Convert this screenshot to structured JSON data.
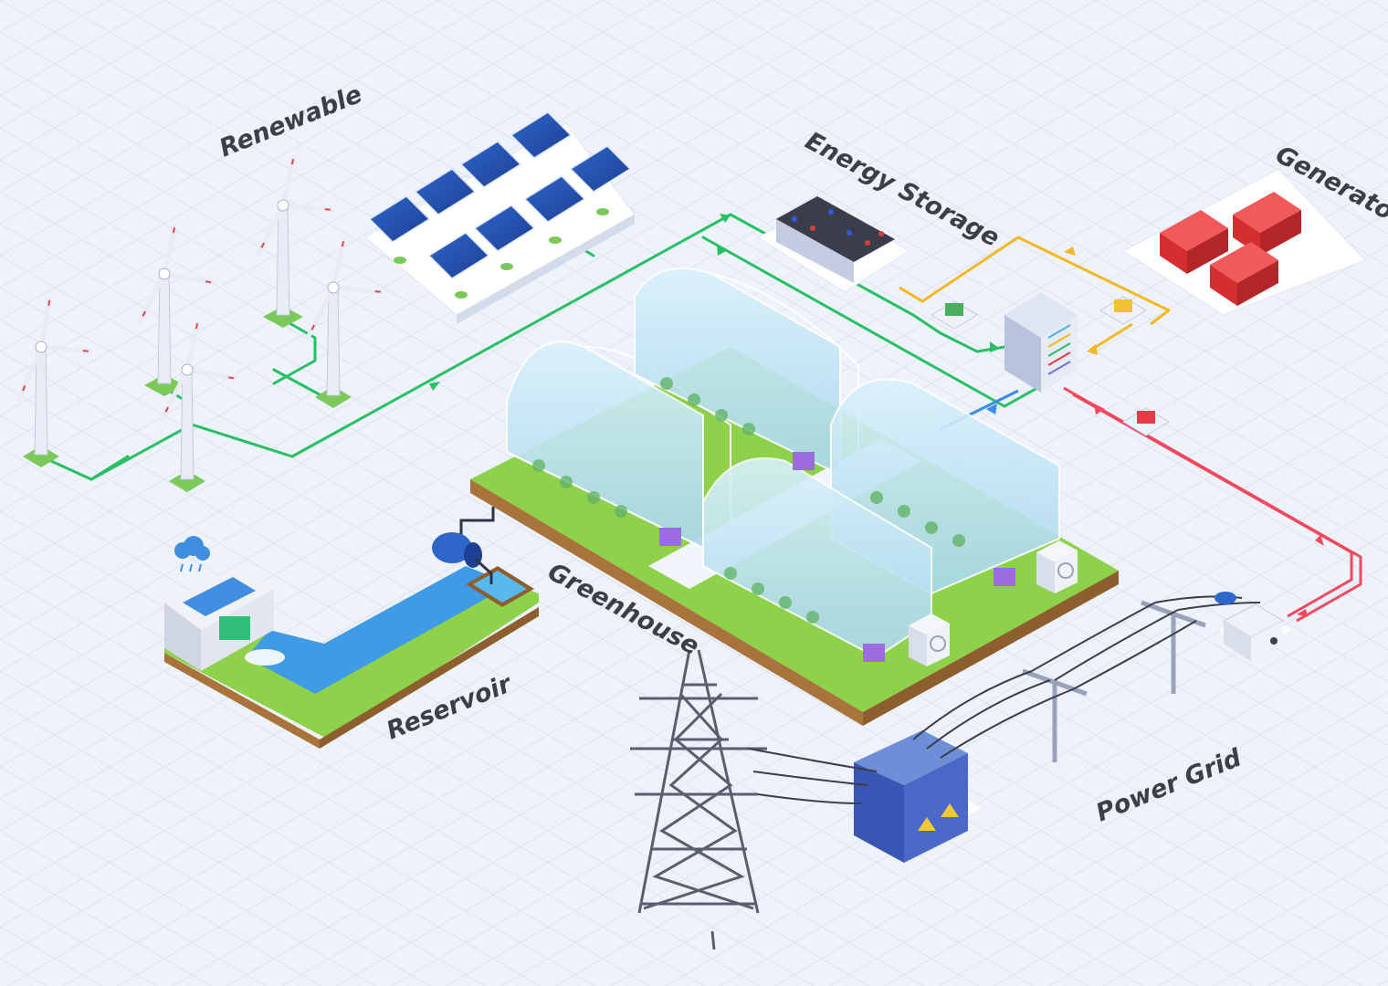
{
  "labels": {
    "renewable": "Renewable",
    "energy_storage": "Energy Storage",
    "generator": "Generator",
    "greenhouse": "Greenhouse",
    "reservoir": "Reservoir",
    "power_grid": "Power Grid"
  },
  "colors": {
    "background": "#eef2fa",
    "grid": "#dde4f2",
    "renewable_line": "#27c062",
    "generator_line": "#f5b722",
    "grid_line": "#f2475c",
    "greenhouse_line": "#3a8ee6",
    "grass": "#8ed14a",
    "glass": "#bfe3f3",
    "water": "#3f9be6",
    "generator_body": "#e8383c",
    "battery_body": "#cfd4e6",
    "tower_steel": "#5a5f6e",
    "substation": "#3a56b4"
  },
  "icons": [
    "wind-turbine-icon",
    "solar-panel-icon",
    "battery-icon",
    "generator-icon",
    "control-cabinet-icon",
    "inverter-icon",
    "greenhouse-icon",
    "heat-pump-icon",
    "water-pump-icon",
    "hydro-dam-icon",
    "rain-cloud-icon",
    "transmission-tower-icon",
    "utility-pole-icon",
    "pole-transformer-icon",
    "substation-icon"
  ]
}
